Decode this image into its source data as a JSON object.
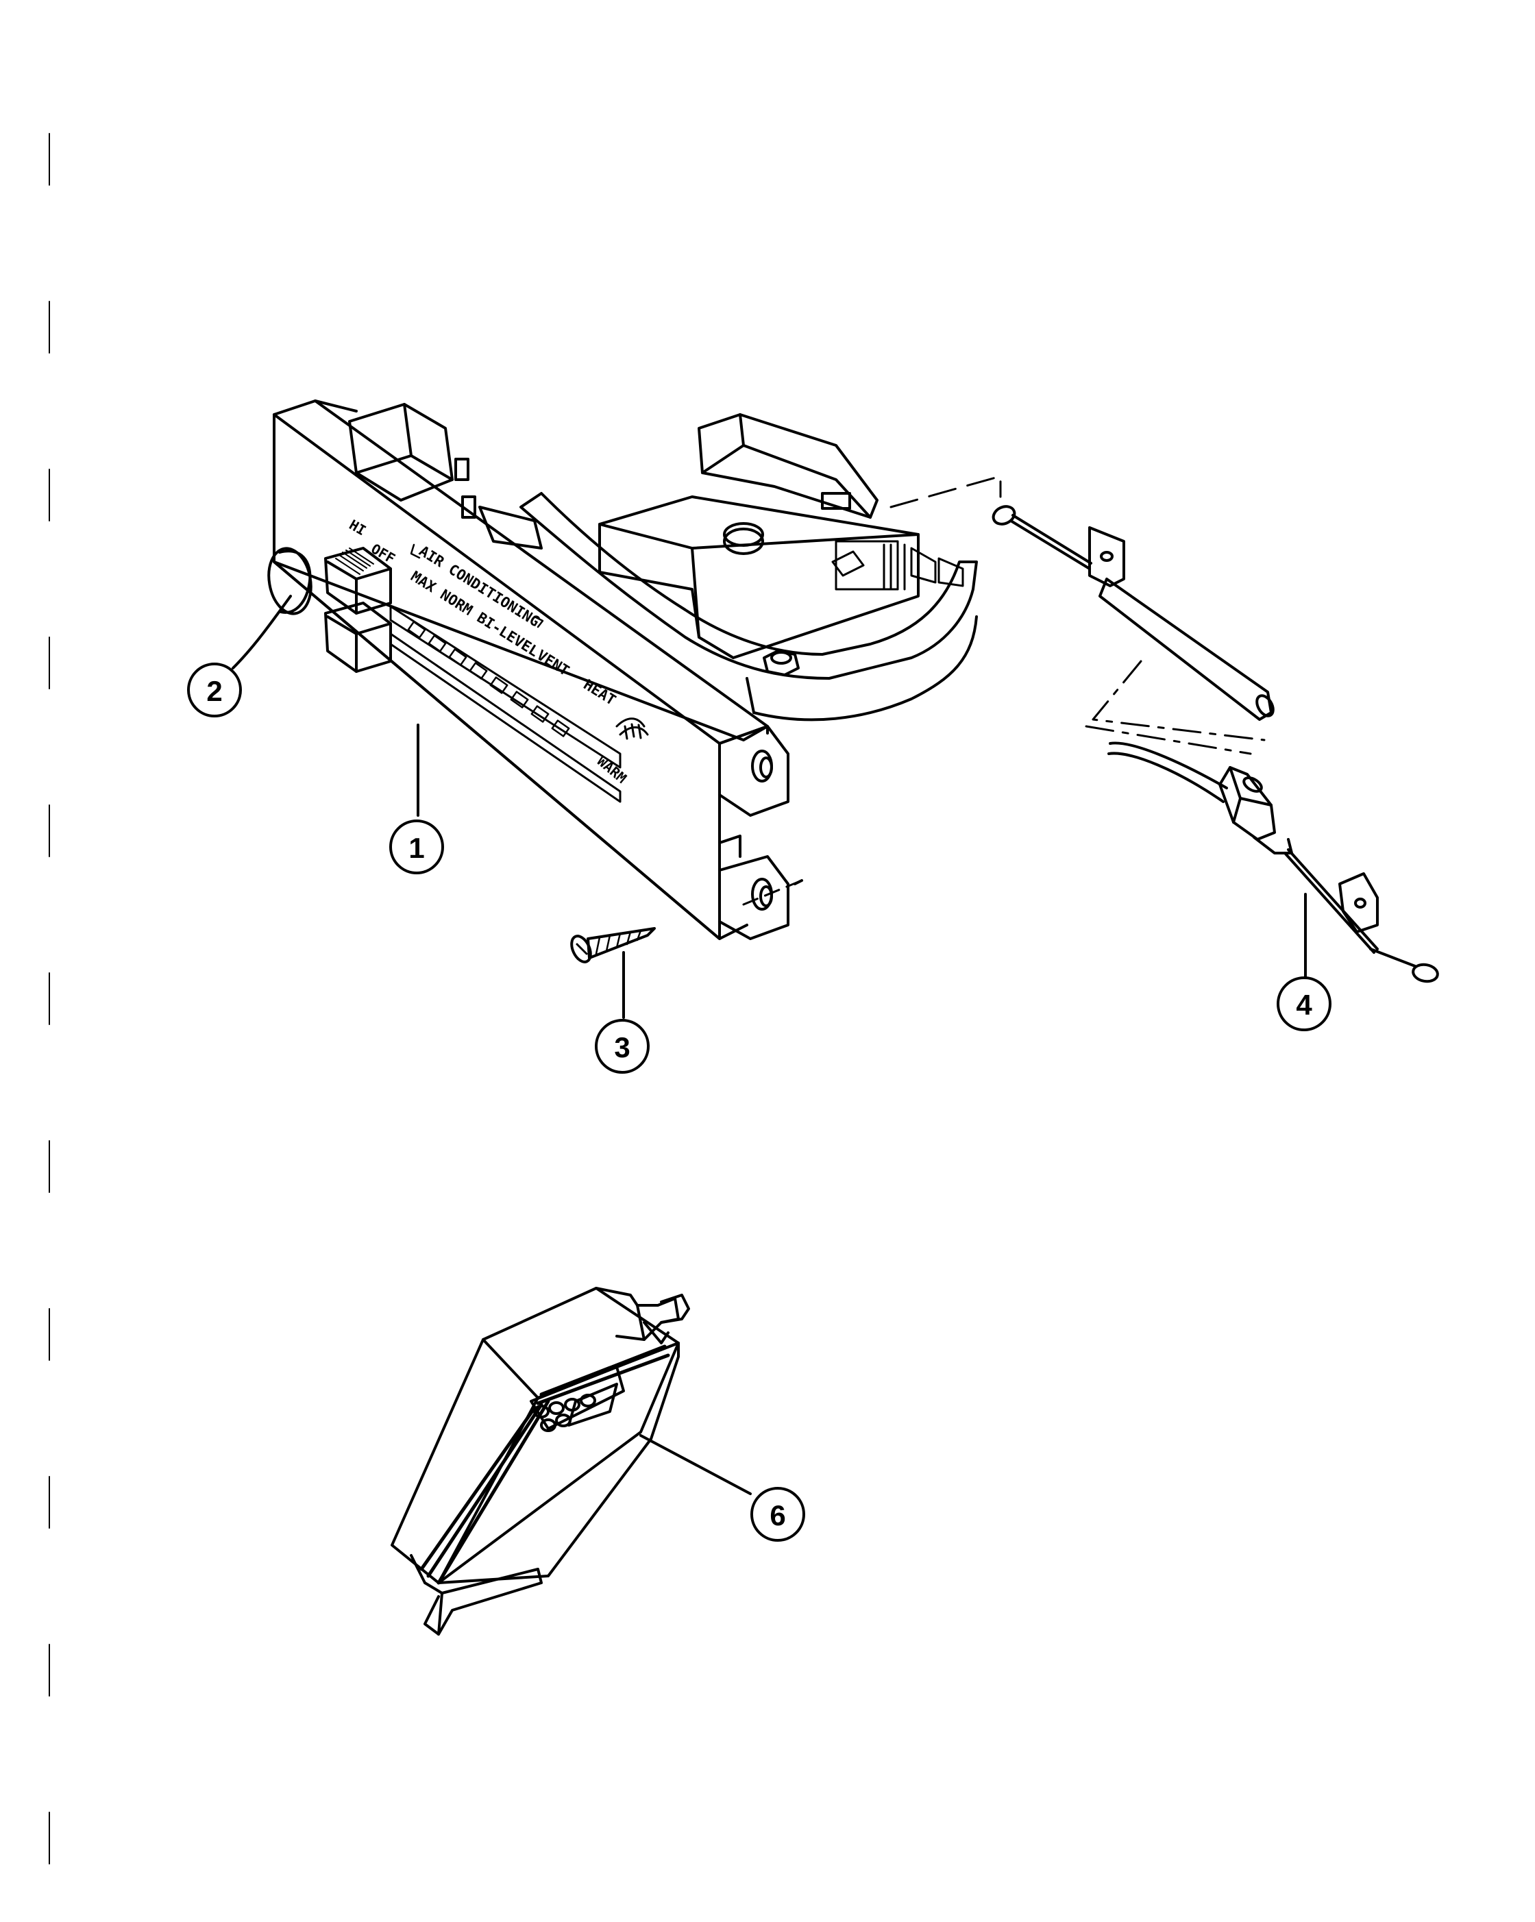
{
  "panel": {
    "hi": "HI",
    "off": "OFF",
    "ac_header": "AIR CONDITIONING",
    "modes": "MAX NORM BI-LEVEL",
    "vent": "VENT",
    "heat": "HEAT",
    "warm": "WARM"
  },
  "callouts": [
    {
      "id": "1",
      "label": "1"
    },
    {
      "id": "2",
      "label": "2"
    },
    {
      "id": "3",
      "label": "3"
    },
    {
      "id": "4",
      "label": "4"
    },
    {
      "id": "6",
      "label": "6"
    }
  ],
  "colors": {
    "line": "#000000",
    "paper": "#ffffff"
  }
}
